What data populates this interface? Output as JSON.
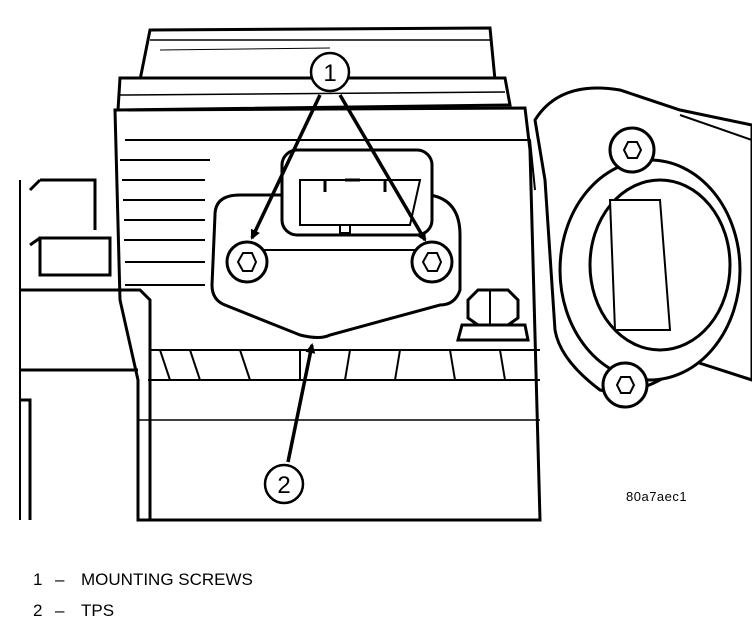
{
  "callouts": [
    {
      "number": "1"
    },
    {
      "number": "2"
    }
  ],
  "figure_code": "80a7aec1",
  "legend": [
    {
      "number": "1",
      "dash": "–",
      "text": "MOUNTING SCREWS"
    },
    {
      "number": "2",
      "dash": "–",
      "text": "TPS"
    }
  ]
}
